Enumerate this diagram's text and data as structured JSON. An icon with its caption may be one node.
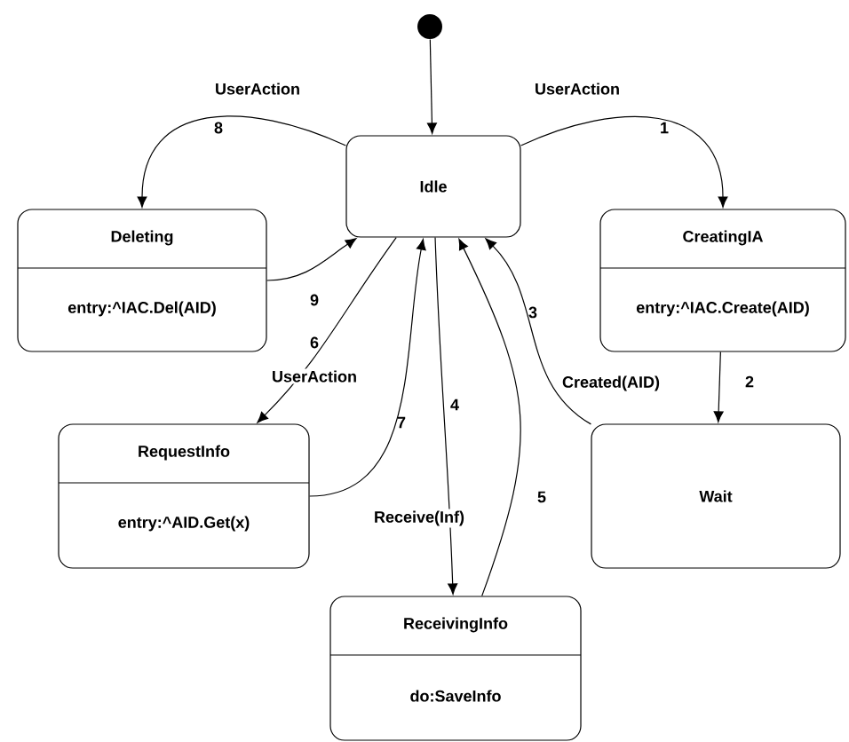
{
  "diagram": {
    "nodes": [
      {
        "text": [],
        "shape": "circle"
      },
      {
        "text": [
          "Idle"
        ]
      },
      {
        "text": [
          "Deleting",
          "entry:^IAC.Del(AID)"
        ]
      },
      {
        "text": [
          "CreatingIA",
          "entry:^IAC.Create(AID)"
        ]
      },
      {
        "text": [
          "RequestInfo",
          "entry:^AID.Get(x)"
        ]
      },
      {
        "text": [
          "Wait"
        ]
      },
      {
        "text": [
          "ReceivingInfo",
          "do:SaveInfo"
        ]
      }
    ],
    "edges": [
      {
        "from": 0,
        "to": 1,
        "arrow": "to"
      },
      {
        "from": 1,
        "to": 3,
        "arrow": "to",
        "label": "UserAction"
      },
      {
        "from": 1,
        "to": 2,
        "arrow": "to",
        "label": "UserAction"
      },
      {
        "from": 2,
        "to": 1,
        "arrow": "to"
      },
      {
        "from": 3,
        "to": 5,
        "arrow": "to"
      },
      {
        "from": 5,
        "to": 1,
        "arrow": "to",
        "label": "Created(AID)"
      },
      {
        "from": 1,
        "to": 4,
        "arrow": "to",
        "label": "UserAction"
      },
      {
        "from": 4,
        "to": 1,
        "arrow": "to"
      },
      {
        "from": 1,
        "to": 6,
        "arrow": "to",
        "label": "Receive(Inf)"
      },
      {
        "from": 6,
        "to": 1,
        "arrow": "to"
      }
    ],
    "labels": [
      "1",
      "8",
      "9",
      "3",
      "6",
      "2",
      "4",
      "7",
      "5"
    ]
  }
}
